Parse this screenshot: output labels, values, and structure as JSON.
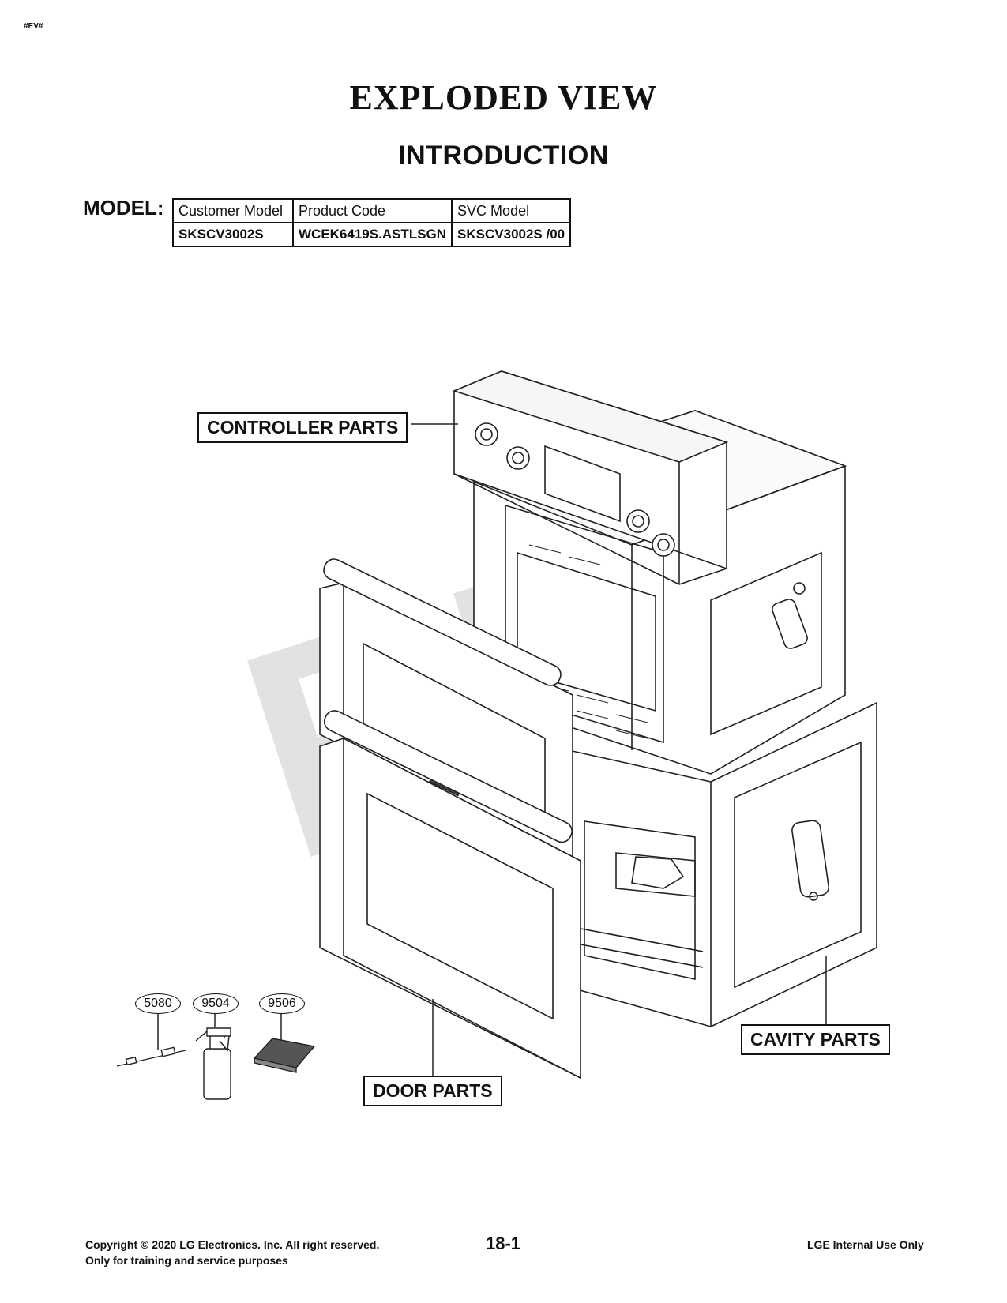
{
  "page_tag": "#EV#",
  "title": "EXPLODED VIEW",
  "subtitle": "INTRODUCTION",
  "model": {
    "label": "MODEL:",
    "headers": [
      "Customer Model",
      "Product Code",
      "SVC Model"
    ],
    "values": [
      "SKSCV3002S",
      "WCEK6419S.ASTLSGN",
      "SKSCV3002S /00"
    ]
  },
  "labels": {
    "controller": "CONTROLLER PARTS",
    "door": "DOOR PARTS",
    "cavity": "CAVITY PARTS"
  },
  "callouts": [
    "5080",
    "9504",
    "9506"
  ],
  "watermark": "RPI",
  "footer": {
    "copyright": "Copyright © 2020 LG Electronics. Inc. All right reserved.",
    "purpose": "Only for training and service purposes",
    "page": "18-1",
    "internal": "LGE Internal Use Only"
  }
}
